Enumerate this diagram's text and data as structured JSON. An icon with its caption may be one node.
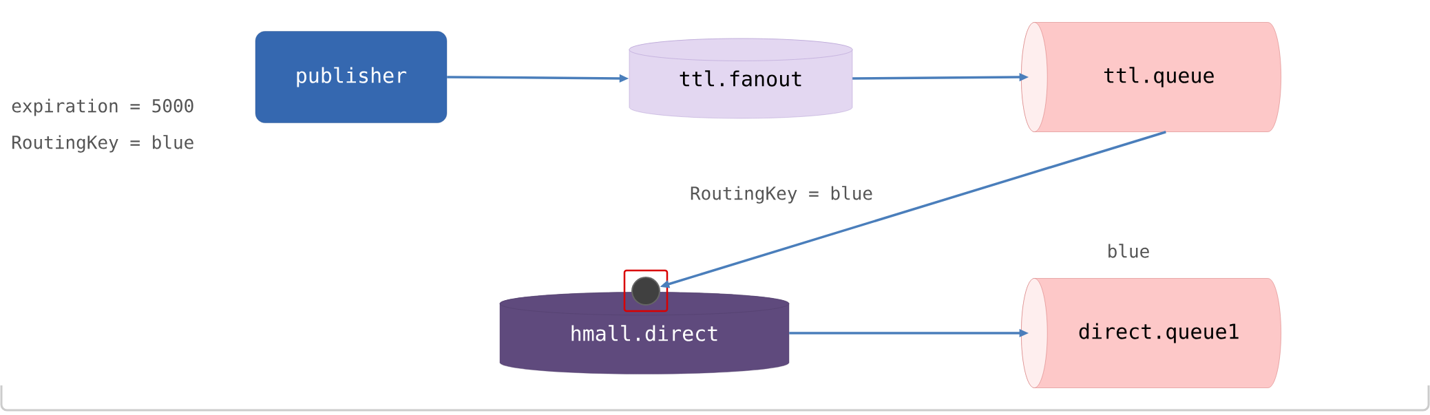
{
  "diagram": {
    "nodes": [
      {
        "text": [
          "publisher"
        ]
      },
      {
        "text": [
          "ttl.fanout"
        ]
      },
      {
        "text": [
          "ttl.queue"
        ]
      },
      {
        "text": [
          "hmall.direct"
        ]
      },
      {
        "text": [
          "direct.queue1"
        ],
        "beside": [
          "blue"
        ]
      },
      {
        "text": [],
        "shape": "circle"
      }
    ],
    "edges": [
      {
        "from": 0,
        "to": 1,
        "arrow": "to"
      },
      {
        "from": 1,
        "to": 2,
        "arrow": "to"
      },
      {
        "from": 2,
        "to": 5,
        "arrow": "to",
        "label": "RoutingKey = blue"
      },
      {
        "from": 3,
        "to": 4,
        "arrow": "to"
      }
    ],
    "labels": [
      "expiration = 5000",
      "RoutingKey = blue"
    ]
  }
}
